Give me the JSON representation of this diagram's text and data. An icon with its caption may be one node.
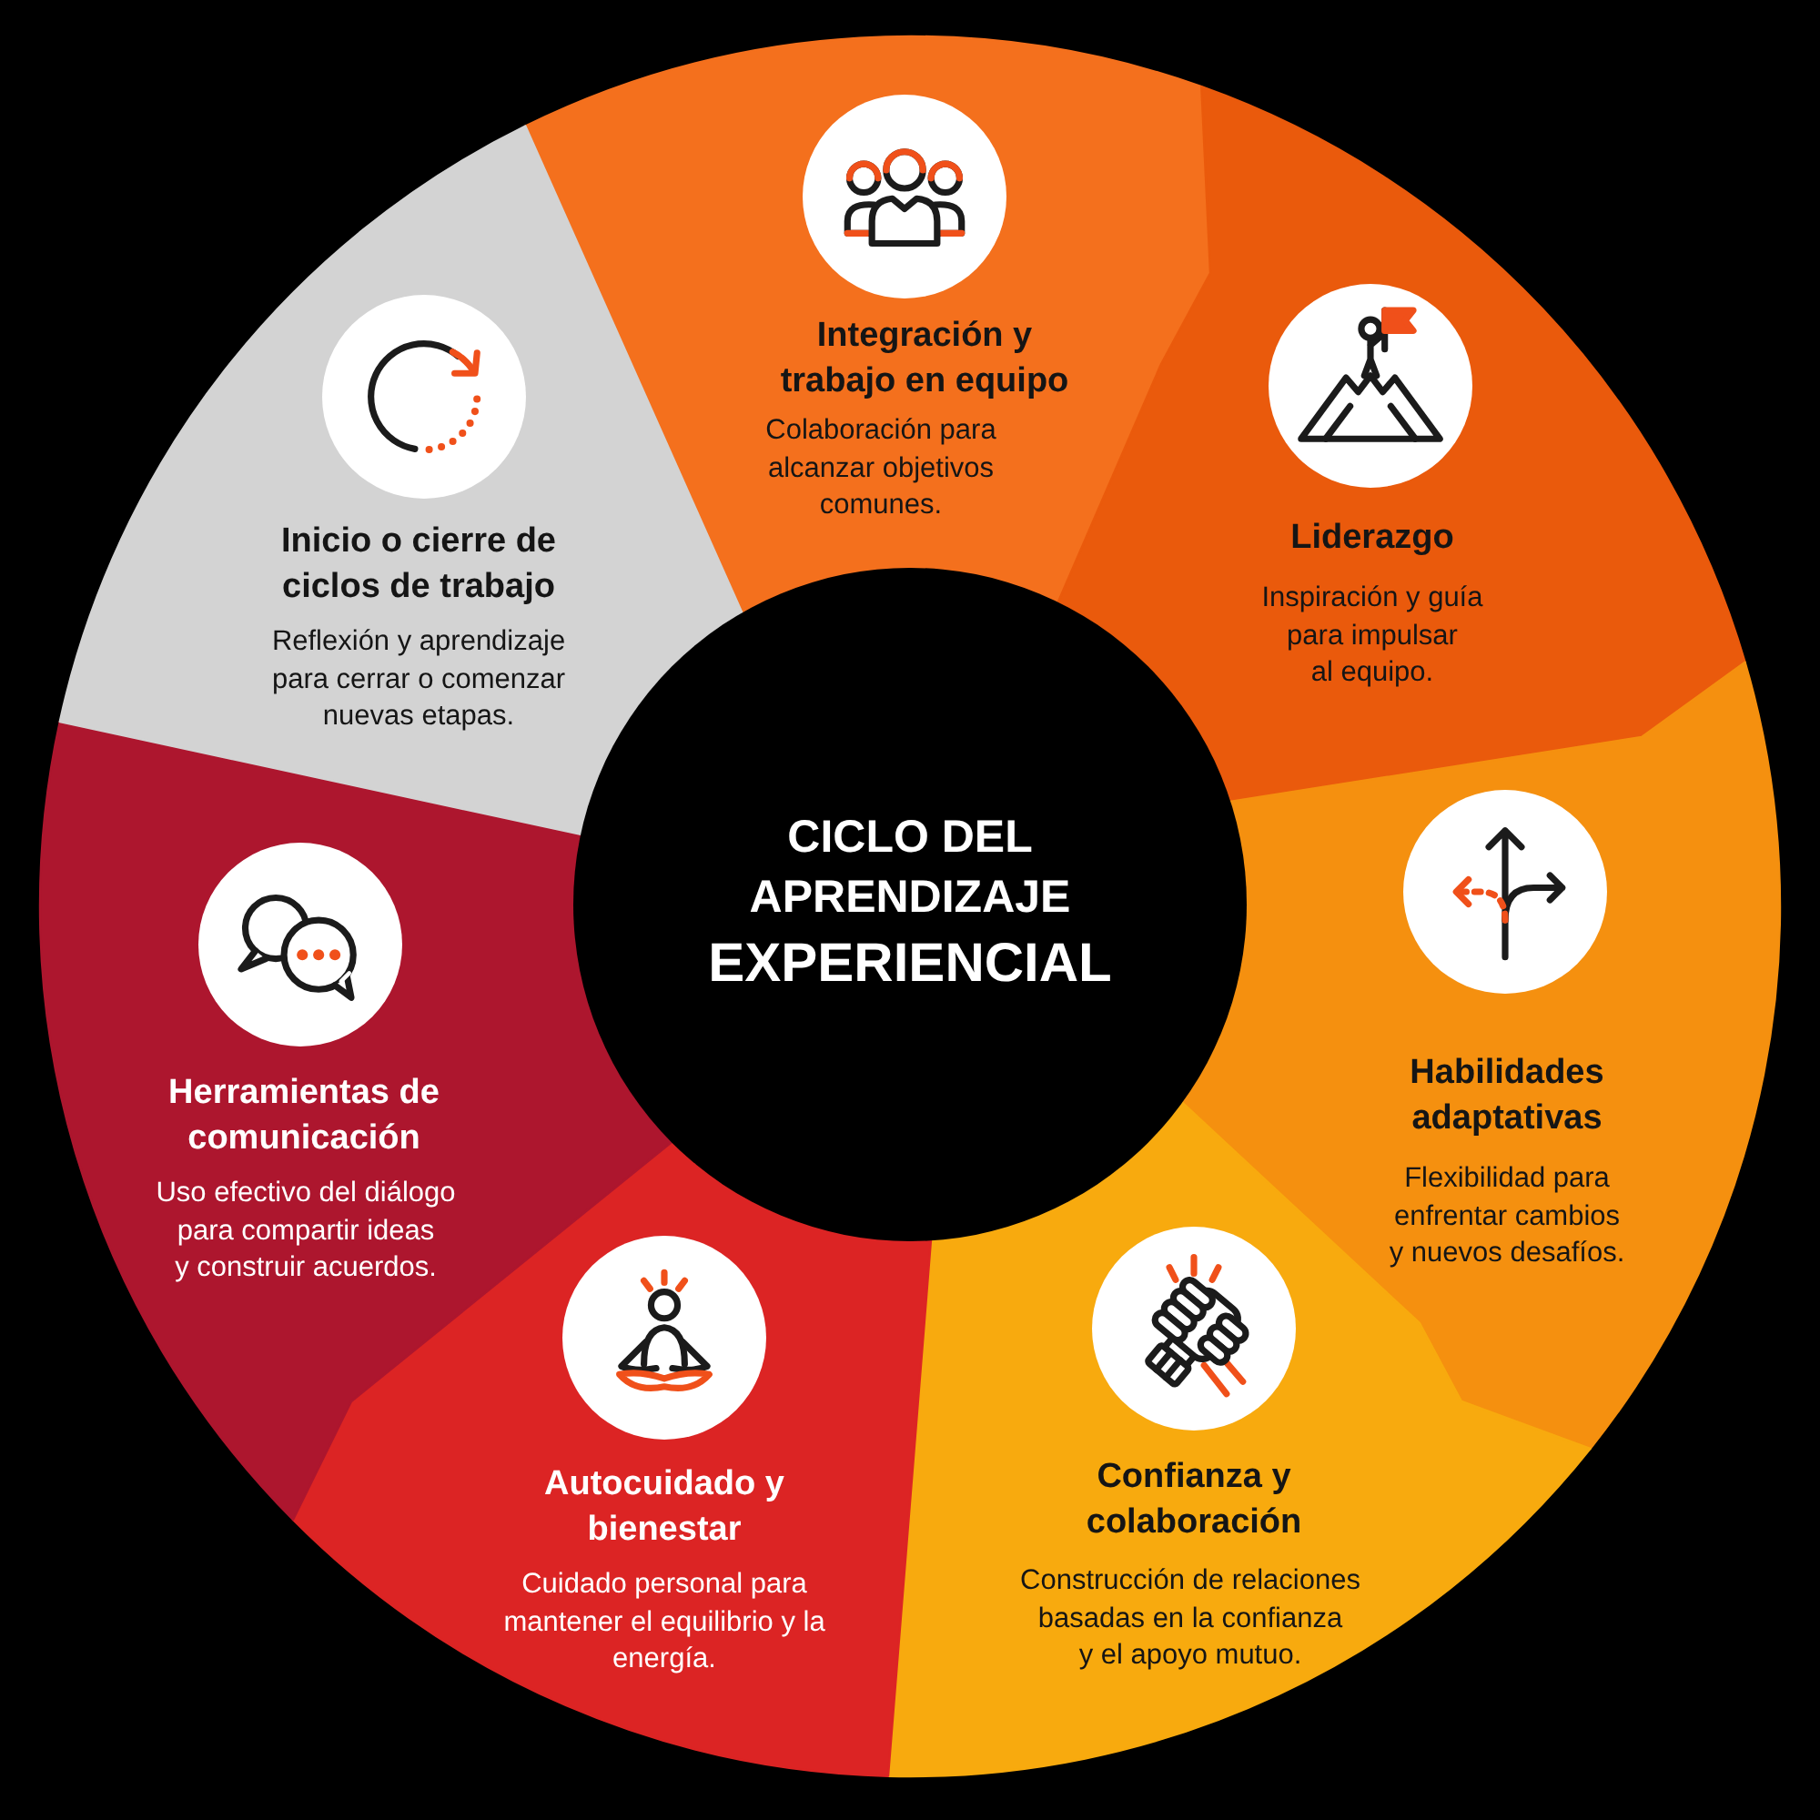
{
  "diagram": {
    "nodes": [
      {
        "text": [
          "CICLO DEL APRENDIZAJE",
          "EXPERIENCIAL"
        ]
      },
      {
        "text": [
          "Integración y trabajo en equipo",
          "Colaboración para alcanzar objetivos comunes."
        ]
      },
      {
        "text": [
          "Liderazgo",
          "Inspiración y guía para impulsar al equipo."
        ]
      },
      {
        "text": [
          "Habilidades adaptativas",
          "Flexibilidad para enfrentar cambios y nuevos desafíos."
        ]
      },
      {
        "text": [
          "Confianza y colaboración",
          "Construcción de relaciones basadas en la confianza y el apoyo mutuo."
        ]
      },
      {
        "text": [
          "Autocuidado y bienestar",
          "Cuidado personal para mantener el equilibrio y la energía."
        ]
      },
      {
        "text": [
          "Herramientas de comunicación",
          "Uso efectivo del diálogo para compartir ideas y construir acuerdos."
        ]
      },
      {
        "text": [
          "Inicio o cierre de ciclos de trabajo",
          "Reflexión y aprendizaje para cerrar o comenzar nuevas etapas."
        ]
      }
    ]
  }
}
